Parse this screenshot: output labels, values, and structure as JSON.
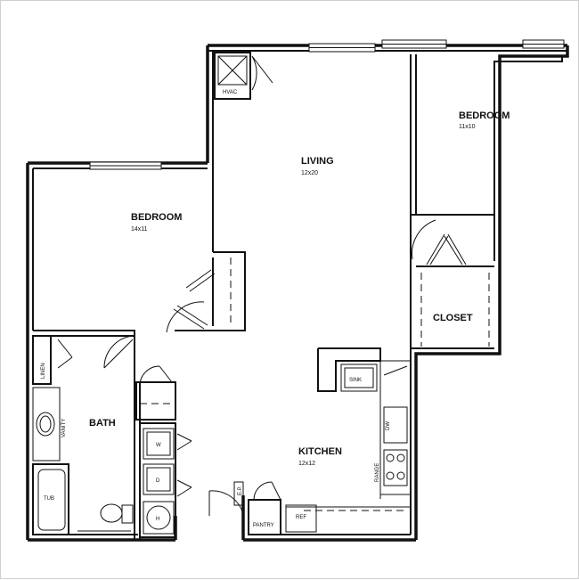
{
  "rooms": {
    "bedroom_left": {
      "name": "BEDROOM",
      "size": "14x11"
    },
    "living": {
      "name": "LIVING",
      "size": "12x20"
    },
    "bedroom_right": {
      "name": "BEDROOM",
      "size": "11x10"
    },
    "closet": {
      "name": "CLOSET"
    },
    "bath": {
      "name": "BATH"
    },
    "kitchen": {
      "name": "KITCHEN",
      "size": "12x12"
    }
  },
  "fixtures": {
    "hvac": "HVAC",
    "sink": "SINK",
    "dw": "DW",
    "range": "RANGE",
    "ref": "REF",
    "pantry": "PANTRY",
    "linen": "LINEN",
    "vanity": "VANITY",
    "tub": "TUB",
    "ep": "E.P.",
    "washer": "W",
    "dryer": "D",
    "water_heater": "H"
  }
}
